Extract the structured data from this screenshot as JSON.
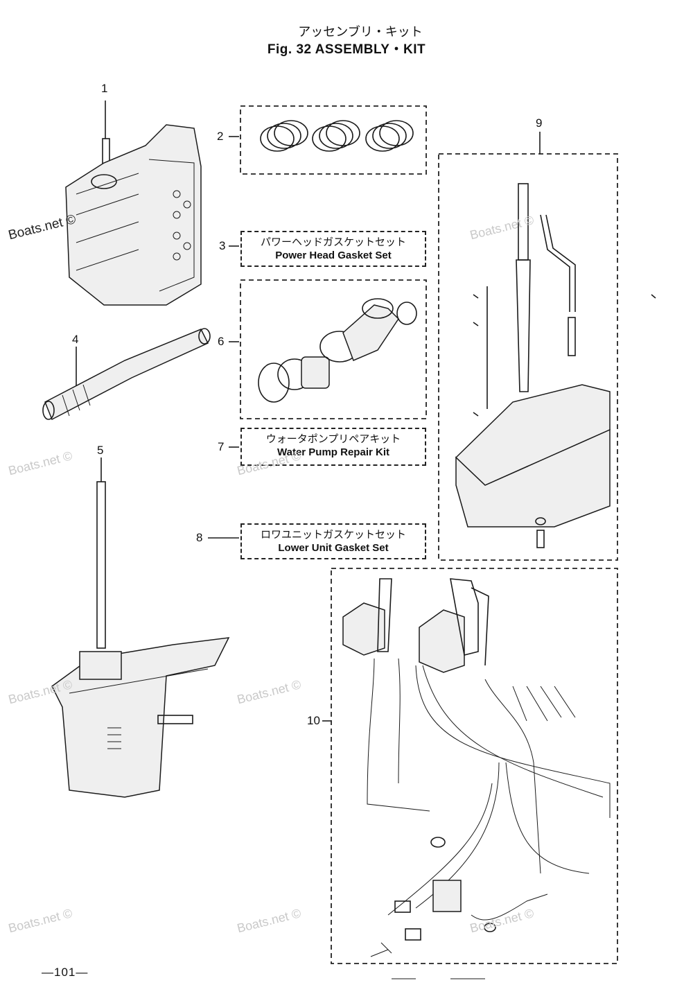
{
  "header": {
    "title_jp": "アッセンブリ・キット",
    "title_en": "Fig. 32   ASSEMBLY・KIT"
  },
  "callouts": {
    "c1": "1",
    "c2": "2",
    "c3": "3",
    "c4": "4",
    "c5": "5",
    "c6": "6",
    "c7": "7",
    "c8": "8",
    "c9": "9",
    "c10": "10"
  },
  "kits": {
    "power_head_gasket": {
      "jp": "パワーヘッドガスケットセット",
      "en": "Power Head Gasket Set"
    },
    "water_pump_repair": {
      "jp": "ウォータポンプリペアキット",
      "en": "Water Pump Repair Kit"
    },
    "lower_unit_gasket": {
      "jp": "ロワユニットガスケットセット",
      "en": "Lower Unit Gasket Set"
    }
  },
  "watermarks": {
    "text": "Boats.net ©"
  },
  "footer": {
    "page_number": "—101—"
  }
}
